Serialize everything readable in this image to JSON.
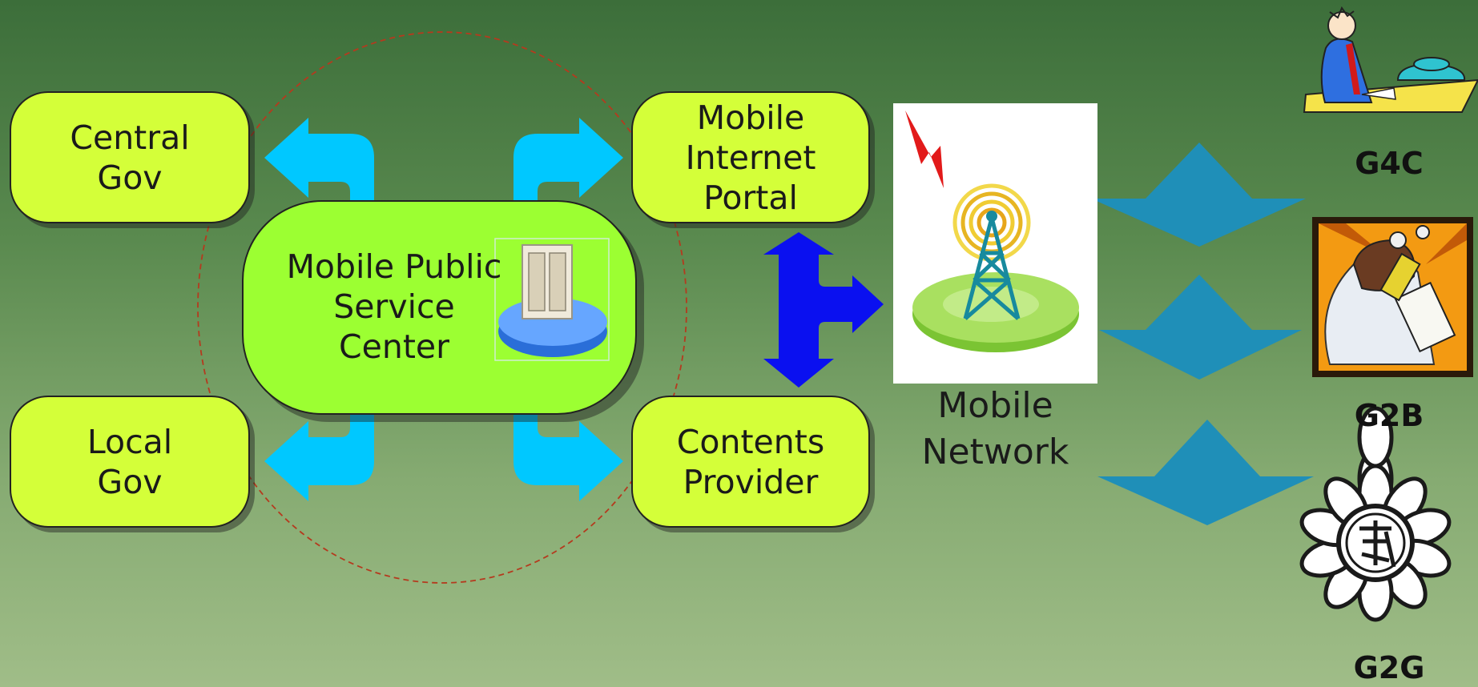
{
  "diagram": {
    "central_gov": "Central\nGov",
    "local_gov": "Local\nGov",
    "mobile_internet_portal": "Mobile\nInternet\nPortal",
    "contents_provider": "Contents\nProvider",
    "mobile_public_service_center": "Mobile Public\nService\nCenter",
    "mobile_network": "Mobile\nNetwork",
    "g4c": "G4C",
    "g2b": "G2B",
    "g2g": "G2G"
  },
  "colors": {
    "background_top": "#3c6e3a",
    "background_bottom": "#a0bd88",
    "box_fill": "#d4ff39",
    "center_fill": "#9cff32",
    "cyan_arrow": "#00c8ff",
    "blue_arrow": "#0a10f0",
    "teal_arrow": "#1f8fb8"
  },
  "icons": {
    "server": "server-icon",
    "tower": "antenna-tower-icon",
    "person": "businessman-phone-icon",
    "woman": "woman-phone-icon",
    "emblem": "government-emblem-icon"
  }
}
